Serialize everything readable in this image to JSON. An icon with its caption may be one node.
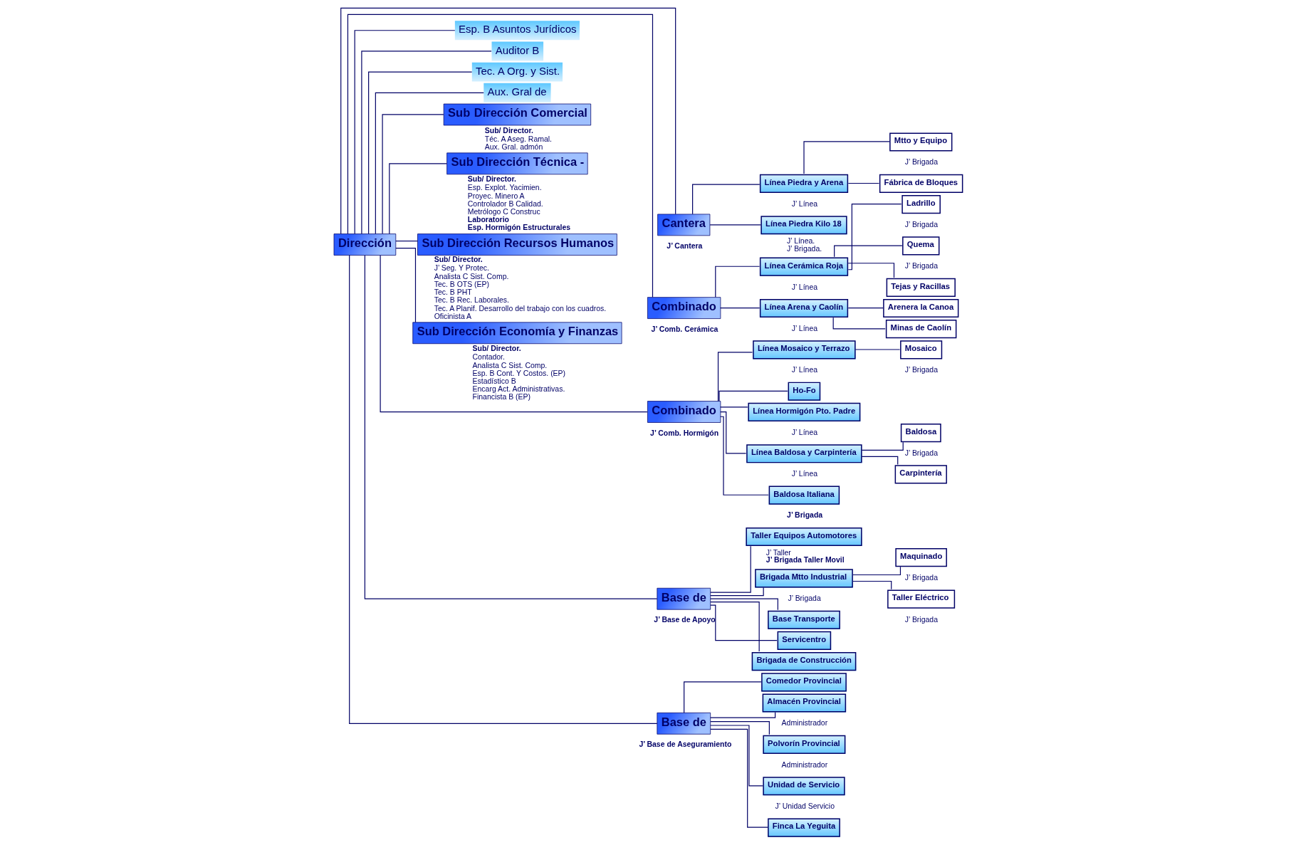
{
  "diagram": {
    "nodes": [
      {
        "text": [
          "Dirección"
        ]
      },
      {
        "text": [
          "Esp. B Asuntos Jurídicos"
        ]
      },
      {
        "text": [
          "Auditor B"
        ]
      },
      {
        "text": [
          "Tec. A Org. y Sist."
        ]
      },
      {
        "text": [
          "Aux. Gral de"
        ]
      },
      {
        "text": [
          "Sub **Dirección Comercial**"
        ],
        "beside": [
          "Sub/ Director.",
          "Téc. A Aseg. Ramal.",
          "Aux. Gral. admón"
        ]
      },
      {
        "text": [
          "Sub Dirección Técnica -"
        ],
        "beside": [
          "Sub/ Director.",
          "Esp. Explot. Yacimien.",
          "Proyec. Minero A",
          "Controlador B Calidad.",
          "Metrólogo C Construc",
          "Laboratorio",
          "Esp. Hormigón Estructurales"
        ]
      },
      {
        "text": [
          "Sub Dirección Recursos Humanos"
        ],
        "beside": [
          "Sub/ Director.",
          "J’ Seg. Y Protec.",
          "Analista C Sist. Comp.",
          "Tec. B OTS (EP)",
          "Tec. B PHT",
          "Tec. B Rec. Laborales.",
          "Tec. A Planif. Desarrollo del trabajo con los cuadros.",
          "Oficinista A"
        ]
      },
      {
        "text": [
          "Sub Dirección Economía y Finanzas"
        ],
        "beside": [
          "Sub/ Director.",
          "Contador.",
          "Analista C Sist. Comp.",
          "Esp. B Cont. Y Costos. (EP)",
          "Estadístico B",
          "Encarg Act. Administrativas.",
          "Financista B (EP)"
        ]
      },
      {
        "text": [
          "Cantera"
        ],
        "beside": [
          "J’ Cantera"
        ]
      },
      {
        "text": [
          "Línea Piedra y Arena"
        ],
        "beside": [
          "J’ Línea"
        ]
      },
      {
        "text": [
          "Mtto y Equipo"
        ],
        "beside": [
          "J’ Brigada"
        ]
      },
      {
        "text": [
          "Fábrica de Bloques"
        ]
      },
      {
        "text": [
          "Línea Piedra Kilo 18"
        ],
        "beside": [
          "J’ Línea.",
          "J’ Brigada."
        ]
      },
      {
        "text": [
          "Combinado"
        ],
        "beside": [
          "J’ Comb. Cerámica"
        ]
      },
      {
        "text": [
          "Línea Cerámica Roja"
        ],
        "beside": [
          "J’ Línea"
        ]
      },
      {
        "text": [
          "Ladrillo"
        ],
        "beside": [
          "J’ Brigada"
        ]
      },
      {
        "text": [
          "Quema"
        ],
        "beside": [
          "J’ Brigada"
        ]
      },
      {
        "text": [
          "Tejas y Racillas"
        ]
      },
      {
        "text": [
          "Línea Arena y Caolín"
        ],
        "beside": [
          "J’ Línea"
        ]
      },
      {
        "text": [
          "Arenera la Canoa"
        ]
      },
      {
        "text": [
          "Minas de Caolín"
        ]
      },
      {
        "text": [
          "Combinado"
        ],
        "beside": [
          "J’ Comb. Hormigón"
        ]
      },
      {
        "text": [
          "Línea Mosaico y Terrazo"
        ],
        "beside": [
          "J’ Línea"
        ]
      },
      {
        "text": [
          "Mosaico"
        ],
        "beside": [
          "J’ Brigada"
        ]
      },
      {
        "text": [
          "Ho-Fo"
        ]
      },
      {
        "text": [
          "Línea Hormigón Pto. Padre"
        ],
        "beside": [
          "J’ Línea"
        ]
      },
      {
        "text": [
          "Línea Baldosa y Carpintería"
        ],
        "beside": [
          "J’ Línea"
        ]
      },
      {
        "text": [
          "Baldosa"
        ],
        "beside": [
          "J’ Brigada"
        ]
      },
      {
        "text": [
          "Carpintería"
        ]
      },
      {
        "text": [
          "Baldosa Italiana"
        ],
        "beside": [
          "J’ Brigada"
        ]
      },
      {
        "text": [
          "Base de"
        ],
        "beside": [
          "J’ Base de Apoyo"
        ]
      },
      {
        "text": [
          "Taller Equipos Automotores"
        ],
        "beside": [
          "J’ Taller",
          "J’ Brigada Taller Movil"
        ]
      },
      {
        "text": [
          "Brigada Mtto Industrial"
        ],
        "beside": [
          "J’ Brigada"
        ]
      },
      {
        "text": [
          "Maquinado"
        ],
        "beside": [
          "J’ Brigada"
        ]
      },
      {
        "text": [
          "Taller Eléctrico"
        ],
        "beside": [
          "J’ Brigada"
        ]
      },
      {
        "text": [
          "Base Transporte"
        ]
      },
      {
        "text": [
          "Servicentro"
        ]
      },
      {
        "text": [
          "Brigada de Construcción"
        ]
      },
      {
        "text": [
          "Base de"
        ],
        "beside": [
          "J’ Base de Aseguramiento"
        ]
      },
      {
        "text": [
          "Comedor Provincial"
        ]
      },
      {
        "text": [
          "Almacén Provincial"
        ],
        "beside": [
          "Administrador"
        ]
      },
      {
        "text": [
          "Polvorín Provincial"
        ],
        "beside": [
          "Administrador"
        ]
      },
      {
        "text": [
          "Unidad de Servicio"
        ],
        "beside": [
          "J’ Unidad Servicio"
        ]
      },
      {
        "text": [
          "Finca La Yeguita"
        ]
      }
    ],
    "edges": [
      {
        "from": 0,
        "to": 1,
        "arrow": "none"
      },
      {
        "from": 0,
        "to": 2,
        "arrow": "none"
      },
      {
        "from": 0,
        "to": 3,
        "arrow": "none"
      },
      {
        "from": 0,
        "to": 4,
        "arrow": "none"
      },
      {
        "from": 0,
        "to": 5,
        "arrow": "none"
      },
      {
        "from": 0,
        "to": 6,
        "arrow": "none"
      },
      {
        "from": 0,
        "to": 7,
        "arrow": "none"
      },
      {
        "from": 0,
        "to": 8,
        "arrow": "none"
      },
      {
        "from": 0,
        "to": 9,
        "arrow": "none"
      },
      {
        "from": 0,
        "to": 14,
        "arrow": "none"
      },
      {
        "from": 0,
        "to": 22,
        "arrow": "none"
      },
      {
        "from": 0,
        "to": 31,
        "arrow": "none"
      },
      {
        "from": 0,
        "to": 39,
        "arrow": "none"
      },
      {
        "from": 9,
        "to": 10,
        "arrow": "none"
      },
      {
        "from": 10,
        "to": 11,
        "arrow": "none"
      },
      {
        "from": 10,
        "to": 12,
        "arrow": "none"
      },
      {
        "from": 9,
        "to": 13,
        "arrow": "none"
      },
      {
        "from": 14,
        "to": 15,
        "arrow": "none"
      },
      {
        "from": 15,
        "to": 16,
        "arrow": "none"
      },
      {
        "from": 15,
        "to": 17,
        "arrow": "none"
      },
      {
        "from": 15,
        "to": 18,
        "arrow": "none"
      },
      {
        "from": 14,
        "to": 19,
        "arrow": "none"
      },
      {
        "from": 19,
        "to": 20,
        "arrow": "none"
      },
      {
        "from": 19,
        "to": 21,
        "arrow": "none"
      },
      {
        "from": 22,
        "to": 23,
        "arrow": "none"
      },
      {
        "from": 23,
        "to": 24,
        "arrow": "none"
      },
      {
        "from": 22,
        "to": 25,
        "arrow": "none"
      },
      {
        "from": 22,
        "to": 26,
        "arrow": "none"
      },
      {
        "from": 22,
        "to": 27,
        "arrow": "none"
      },
      {
        "from": 27,
        "to": 28,
        "arrow": "none"
      },
      {
        "from": 27,
        "to": 29,
        "arrow": "none"
      },
      {
        "from": 22,
        "to": 30,
        "arrow": "none"
      },
      {
        "from": 31,
        "to": 32,
        "arrow": "none"
      },
      {
        "from": 31,
        "to": 33,
        "arrow": "none"
      },
      {
        "from": 33,
        "to": 34,
        "arrow": "none"
      },
      {
        "from": 33,
        "to": 35,
        "arrow": "none"
      },
      {
        "from": 31,
        "to": 36,
        "arrow": "none"
      },
      {
        "from": 31,
        "to": 37,
        "arrow": "none"
      },
      {
        "from": 31,
        "to": 38,
        "arrow": "none"
      },
      {
        "from": 39,
        "to": 40,
        "arrow": "none"
      },
      {
        "from": 39,
        "to": 41,
        "arrow": "none"
      },
      {
        "from": 39,
        "to": 42,
        "arrow": "none"
      },
      {
        "from": 39,
        "to": 43,
        "arrow": "none"
      },
      {
        "from": 39,
        "to": 44,
        "arrow": "none"
      }
    ]
  }
}
